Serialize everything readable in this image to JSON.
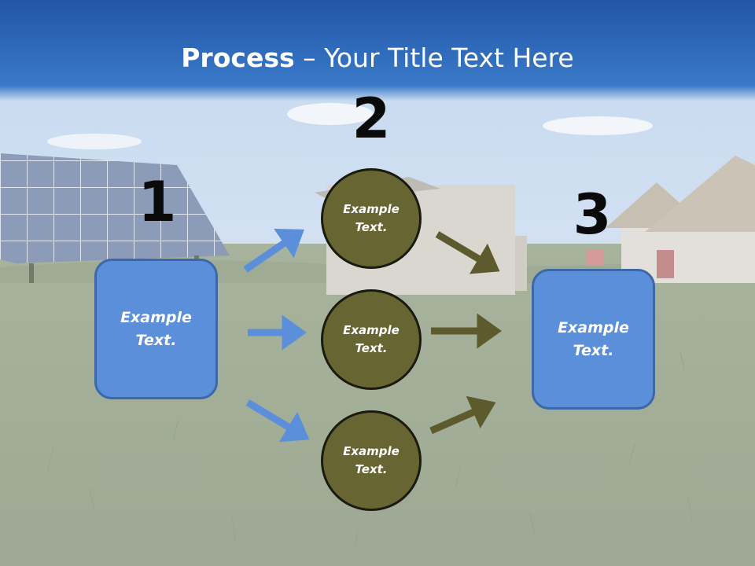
{
  "slide": {
    "title_bold": "Process",
    "title_rest": " – Your Title Text Here",
    "steps": [
      {
        "number": "1",
        "text": "Example Text."
      },
      {
        "number": "2",
        "text": "Example Text."
      },
      {
        "number": "3",
        "text": "Example Text."
      }
    ],
    "circles": [
      {
        "text": "Example Text."
      },
      {
        "text": "Example Text."
      },
      {
        "text": "Example Text."
      }
    ]
  },
  "colors": {
    "header_blue": "#2a67be",
    "box_fill": "#5b8fd9",
    "box_border": "#3d68a8",
    "circle_fill": "#676532",
    "arrow_blue": "#5b8fd9",
    "arrow_olive": "#5d5b2e"
  }
}
